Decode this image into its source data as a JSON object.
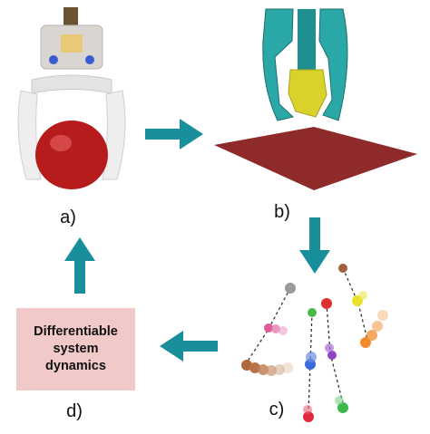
{
  "panels": {
    "a": {
      "label": "a)"
    },
    "b": {
      "label": "b)"
    },
    "c": {
      "label": "c)"
    },
    "d": {
      "label": "d)",
      "box_text": "Differentiable\nsystem\ndynamics"
    }
  },
  "colors": {
    "arrow": "#1a8f9c",
    "box": "#f2c9c9",
    "floor": "#8e2a2a",
    "finger_sim": "#2aa7a7",
    "object_sim": "#d9d22a",
    "apple": "#b71c1c"
  }
}
